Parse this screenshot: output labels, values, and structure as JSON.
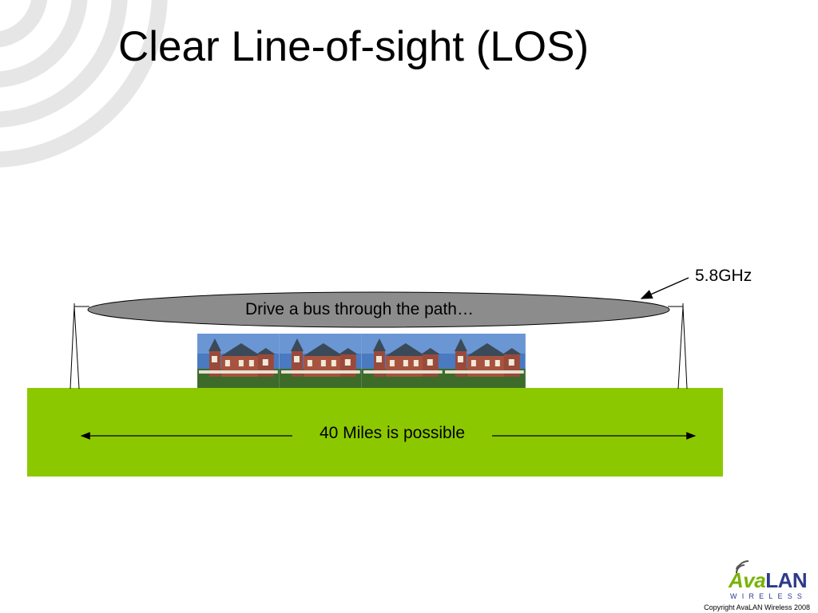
{
  "slide": {
    "title": "Clear Line-of-sight (LOS)",
    "ellipse_label": "Drive a bus through the path…",
    "frequency_label": "5.8GHz",
    "distance_label": "40 Miles is possible",
    "copyright": "Copyright AvaLAN Wireless 2008"
  },
  "logo": {
    "name_part1": "Ava",
    "name_part2": "LAN",
    "subtitle": "WIRELESS"
  },
  "colors": {
    "ground": "#8cc800",
    "ellipse_fill": "#8c8c8c",
    "arcs": "#e6e6e6",
    "logo_green": "#77b300",
    "logo_blue": "#2e3a8c"
  }
}
